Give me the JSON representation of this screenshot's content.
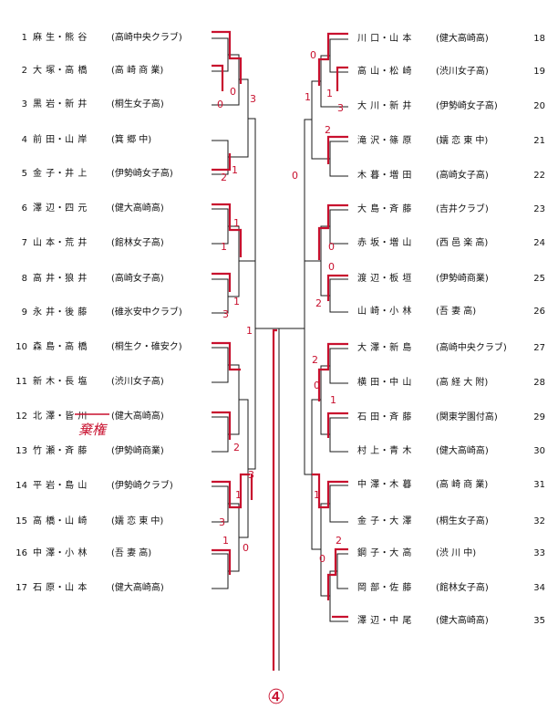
{
  "left_entries": [
    {
      "num": "1",
      "pair": "麻 生・熊 谷",
      "team": "(高崎中央クラブ)"
    },
    {
      "num": "2",
      "pair": "大 塚・高 橋",
      "team": "(高 崎 商 業)"
    },
    {
      "num": "3",
      "pair": "黒 岩・新 井",
      "team": "(桐生女子高)"
    },
    {
      "num": "4",
      "pair": "前 田・山 岸",
      "team": "(箕 郷 中)"
    },
    {
      "num": "5",
      "pair": "金 子・井 上",
      "team": "(伊勢崎女子高)"
    },
    {
      "num": "6",
      "pair": "澤 辺・四 元",
      "team": "(健大高崎高)"
    },
    {
      "num": "7",
      "pair": "山 本・荒 井",
      "team": "(館林女子高)"
    },
    {
      "num": "8",
      "pair": "高 井・狼 井",
      "team": "(高崎女子高)"
    },
    {
      "num": "9",
      "pair": "永 井・後 藤",
      "team": "(碓氷安中クラブ)"
    },
    {
      "num": "10",
      "pair": "森 島・高 橋",
      "team": "(桐生ク・碓安ク)"
    },
    {
      "num": "11",
      "pair": "新 木・長 塩",
      "team": "(渋川女子高)"
    },
    {
      "num": "12",
      "pair": "北 澤・皆 川",
      "team": "(健大高崎高)"
    },
    {
      "num": "13",
      "pair": "竹 瀬・斉 藤",
      "team": "(伊勢崎商業)"
    },
    {
      "num": "14",
      "pair": "平 岩・島 山",
      "team": "(伊勢崎クラブ)"
    },
    {
      "num": "15",
      "pair": "高 橋・山 崎",
      "team": "(嬬 恋 東 中)"
    },
    {
      "num": "16",
      "pair": "中 澤・小 林",
      "team": "(吾 妻 高)"
    },
    {
      "num": "17",
      "pair": "石 原・山 本",
      "team": "(健大高崎高)"
    }
  ],
  "right_entries": [
    {
      "num": "18",
      "pair": "川 口・山 本",
      "team": "(健大高崎高)"
    },
    {
      "num": "19",
      "pair": "高 山・松 崎",
      "team": "(渋川女子高)"
    },
    {
      "num": "20",
      "pair": "大 川・新 井",
      "team": "(伊勢崎女子高)"
    },
    {
      "num": "21",
      "pair": "滝 沢・篠 原",
      "team": "(嬬 恋 東 中)"
    },
    {
      "num": "22",
      "pair": "木 暮・増 田",
      "team": "(高崎女子高)"
    },
    {
      "num": "23",
      "pair": "大 島・斉 藤",
      "team": "(吉井クラブ)"
    },
    {
      "num": "24",
      "pair": "赤 坂・増 山",
      "team": "(西 邑 楽 高)"
    },
    {
      "num": "25",
      "pair": "渡 辺・板 垣",
      "team": "(伊勢崎商業)"
    },
    {
      "num": "26",
      "pair": "山 崎・小 林",
      "team": "(吾 妻 高)"
    },
    {
      "num": "27",
      "pair": "大 澤・新 島",
      "team": "(高崎中央クラブ)"
    },
    {
      "num": "28",
      "pair": "横 田・中 山",
      "team": "(高 経 大 附)"
    },
    {
      "num": "29",
      "pair": "石 田・斉 藤",
      "team": "(関東学園付高)"
    },
    {
      "num": "30",
      "pair": "村 上・青 木",
      "team": "(健大高崎高)"
    },
    {
      "num": "31",
      "pair": "中 澤・木 暮",
      "team": "(高 崎 商 業)"
    },
    {
      "num": "32",
      "pair": "金 子・大 澤",
      "team": "(桐生女子高)"
    },
    {
      "num": "33",
      "pair": "鋼 子・大 高",
      "team": "(渋 川 中)"
    },
    {
      "num": "34",
      "pair": "岡 部・佐 藤",
      "team": "(館林女子高)"
    },
    {
      "num": "35",
      "pair": "澤 辺・中 尾",
      "team": "(健大高崎高)"
    }
  ],
  "left_scores": [
    "0",
    "3",
    "0",
    "1",
    "2",
    "1",
    "1",
    "3",
    "1",
    "1",
    "2",
    "3",
    "1",
    "3",
    "1",
    "0"
  ],
  "right_scores": [
    "0",
    "1",
    "1",
    "3",
    "2",
    "0",
    "0",
    "0",
    "2",
    "2",
    "0",
    "1",
    "1",
    "2",
    "0"
  ],
  "handwritten_note": "棄権",
  "champion_mark": "④",
  "colors": {
    "ink": "#1a1a1a",
    "red": "#c8102e"
  }
}
